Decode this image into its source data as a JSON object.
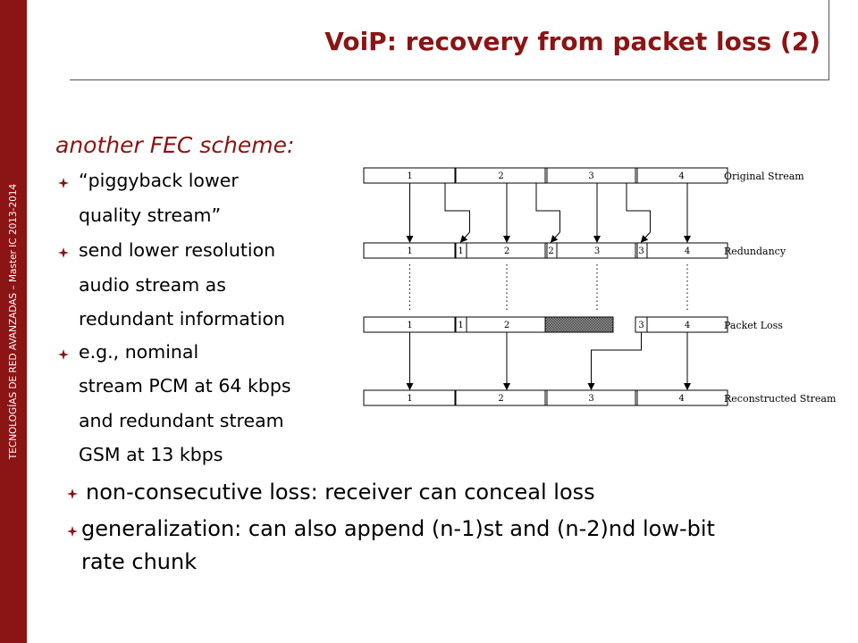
{
  "slide": {
    "side_text": "TECNOLOGÍAS DE RED AVANZADAS – Master IC 2013-2014",
    "title": "VoiP: recovery from packet loss (2)",
    "subtitle": "another FEC scheme:",
    "left_bullets": [
      [
        "“piggyback lower",
        "quality stream”"
      ],
      [
        "send lower resolution",
        "audio stream as",
        "redundant information"
      ],
      [
        "e.g., nominal",
        "stream PCM at 64 kbps",
        "and redundant stream",
        "GSM at 13 kbps"
      ]
    ],
    "bottom_bullets": [
      [
        "non-consecutive loss: receiver can conceal loss"
      ],
      [
        "generalization: can also append (n-1)st and (n-2)nd low-bit",
        "rate chunk"
      ]
    ]
  },
  "diagram": {
    "row_labels": [
      "Original Stream",
      "Redundancy",
      "Packet Loss",
      "Reconstructed Stream"
    ],
    "packet_numbers": [
      "1",
      "2",
      "3",
      "4"
    ],
    "redundant_numbers": [
      "1",
      "2",
      "3"
    ],
    "lost_packet_index": 3
  },
  "colors": {
    "accent": "#8b1414",
    "bullet": "#8b1414"
  }
}
